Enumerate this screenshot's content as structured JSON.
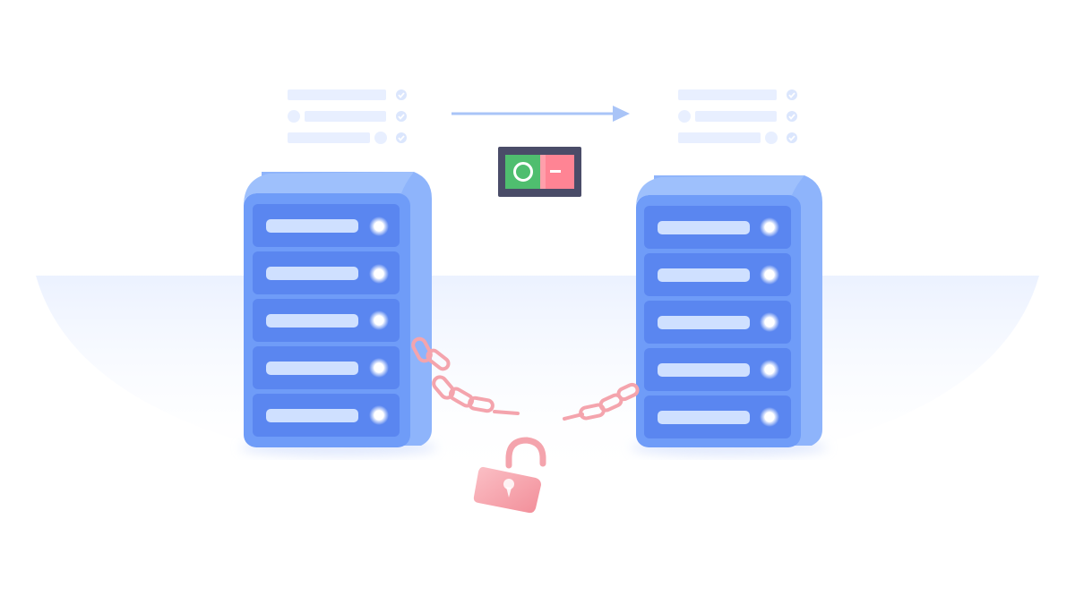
{
  "illustration": {
    "subject": "server-replication-unlocked",
    "source_list": {
      "rows": [
        {
          "has_dot": false,
          "dot_after": false
        },
        {
          "has_dot": true,
          "dot_after": false
        },
        {
          "has_dot": false,
          "dot_after": true
        }
      ],
      "checkmarks": 3
    },
    "target_list": {
      "rows": [
        {
          "has_dot": false,
          "dot_after": false
        },
        {
          "has_dot": true,
          "dot_after": false
        },
        {
          "has_dot": false,
          "dot_after": true
        }
      ],
      "checkmarks": 3
    },
    "transfer_arrow": {
      "direction": "right"
    },
    "toggle_switch": {
      "on_symbol": "O",
      "off_symbol": "–",
      "state": "on"
    },
    "servers": [
      {
        "id": "source",
        "slots": 5
      },
      {
        "id": "target",
        "slots": 5
      }
    ],
    "chain": {
      "state": "broken"
    },
    "padlock": {
      "state": "unlocked"
    },
    "colors": {
      "server_body": "#6f9cf8",
      "server_side": "#8eb4fb",
      "slot": "#5a86f0",
      "slot_bar": "#cfe0ff",
      "led": "#ffffff",
      "list_bar": "#e8efff",
      "check": "#d5e2fc",
      "arrow": "#a9c4f7",
      "toggle_frame": "#4a4c68",
      "toggle_on": "#4fbe6f",
      "toggle_off": "#ff8494",
      "chain": "#f4a4ad",
      "lock": "#f7a6ae",
      "floor_glow": "#eef3ff"
    }
  }
}
